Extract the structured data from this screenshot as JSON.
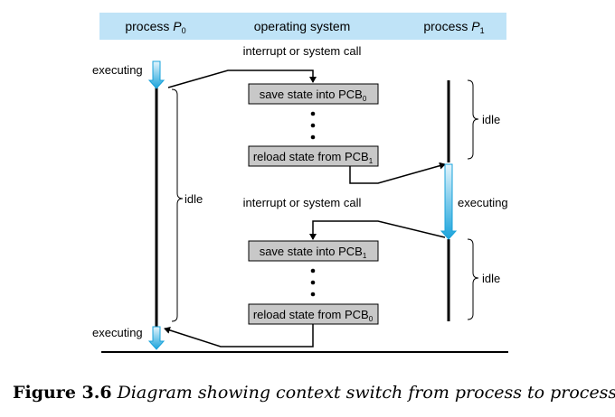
{
  "header": {
    "process0": {
      "prefix": "process ",
      "name": "P",
      "sub": "0"
    },
    "os": "operating system",
    "process1": {
      "prefix": "process ",
      "name": "P",
      "sub": "1"
    }
  },
  "labels": {
    "interrupt_top": "interrupt or system call",
    "interrupt_mid": "interrupt or system call",
    "p0_executing_top": "executing",
    "p0_executing_bottom": "executing",
    "p0_idle": "idle",
    "p1_idle_top": "idle",
    "p1_executing": "executing",
    "p1_idle_bottom": "idle"
  },
  "boxes": {
    "save_pcb0": {
      "text": "save state into PCB",
      "sub": "0"
    },
    "reload_pcb1": {
      "text": "reload state from PCB",
      "sub": "1"
    },
    "save_pcb1": {
      "text": "save state into PCB",
      "sub": "1"
    },
    "reload_pcb0": {
      "text": "reload state from PCB",
      "sub": "0"
    }
  },
  "caption": {
    "label": "Figure 3.6",
    "text": "Diagram showing context switch from process to process."
  },
  "colors": {
    "header_bg": "#bfe3f7",
    "box_fill": "#c8c8c8",
    "arrow_blue_top": "#d9f0fb",
    "arrow_blue_bottom": "#1aa3db"
  }
}
